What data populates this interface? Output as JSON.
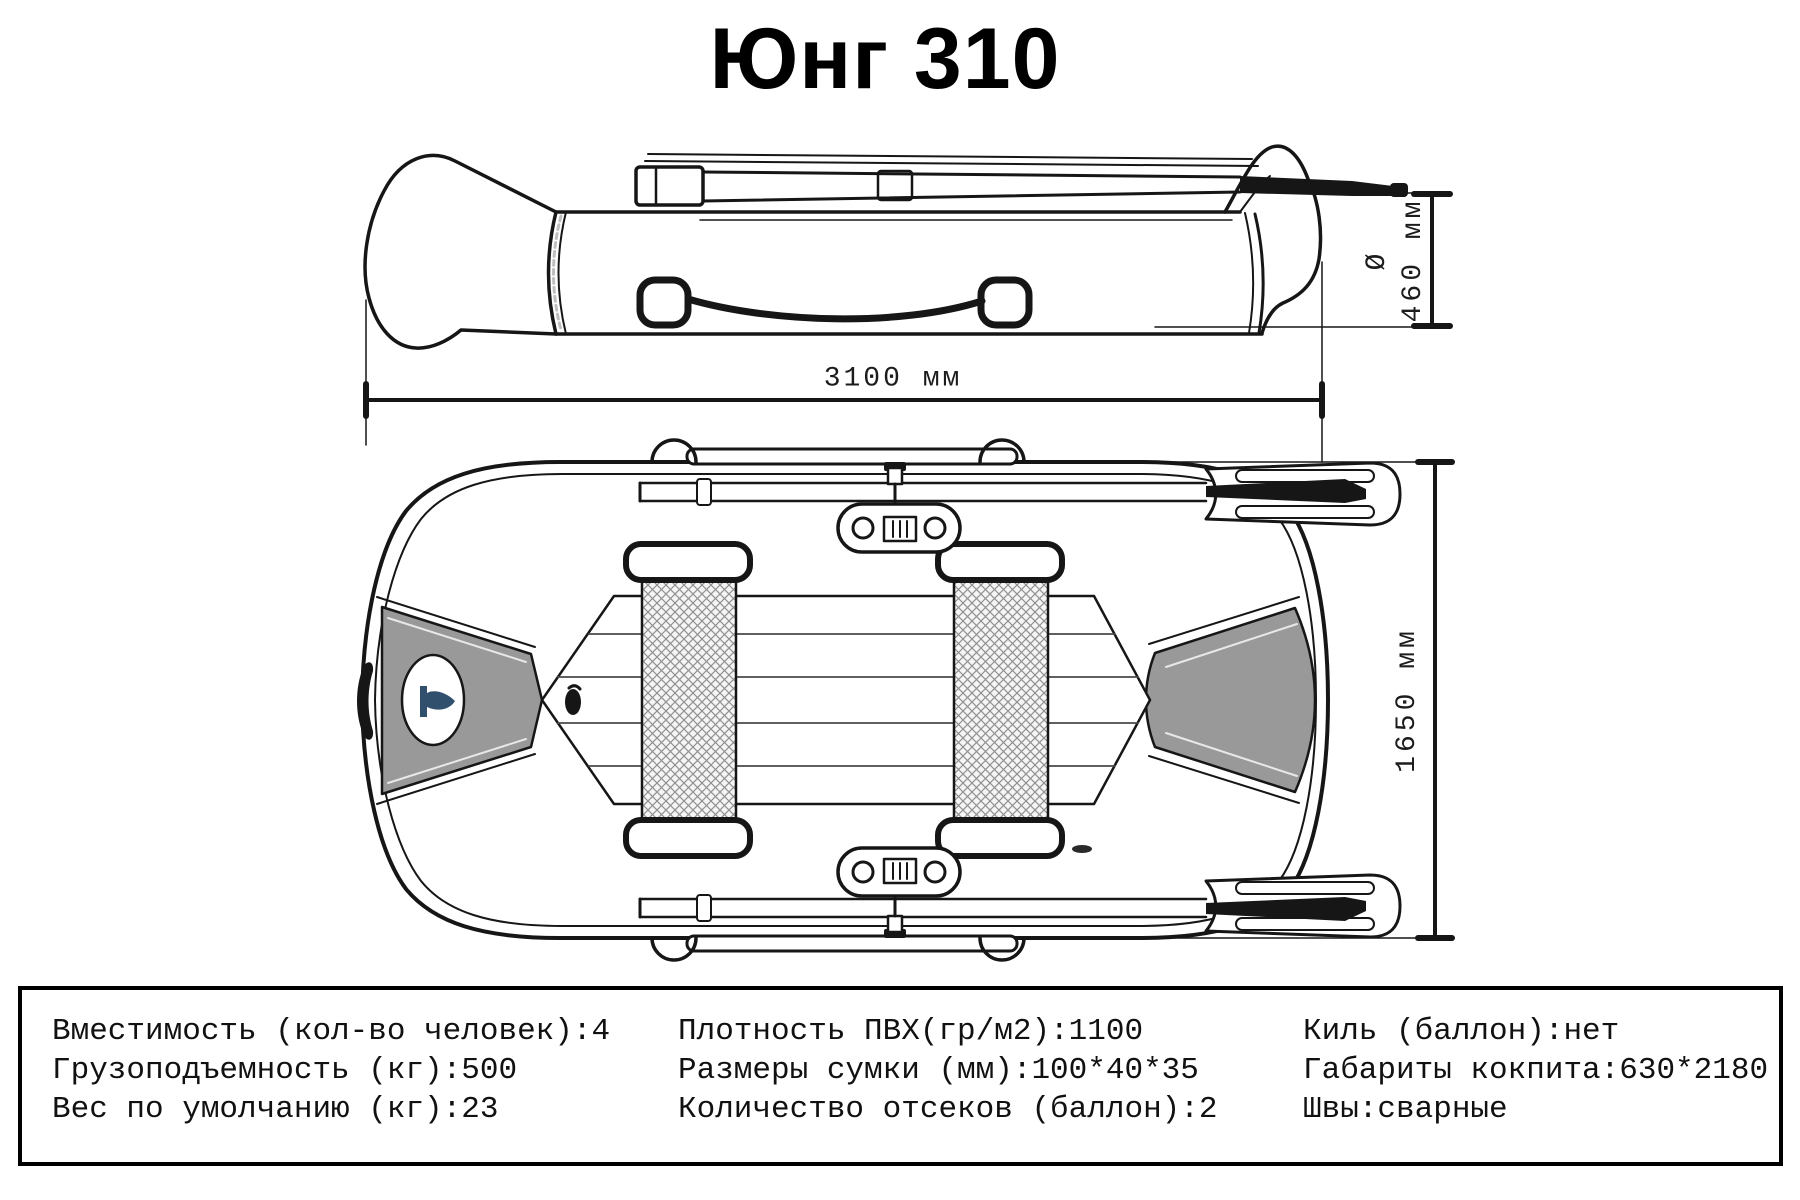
{
  "title": "Юнг 310",
  "dimensions": {
    "overall_length": "3100 мм",
    "overall_width": "1650 мм",
    "tube_diameter_symbol": "Ø",
    "tube_diameter_value": "460 мм"
  },
  "specs": {
    "columns": [
      {
        "rows": [
          {
            "label": "Вместимость (кол-во человек)",
            "value": "4",
            "text": "Вместимость (кол-во человек):4"
          },
          {
            "label": "Грузоподъемность (кг)",
            "value": "500",
            "text": "Грузоподъемность (кг):500"
          },
          {
            "label": "Вес по умолчанию (кг)",
            "value": "23",
            "text": "Вес по умолчанию (кг):23"
          }
        ]
      },
      {
        "rows": [
          {
            "label": "Плотность ПВХ(гр/м2)",
            "value": "1100",
            "text": "Плотность ПВХ(гр/м2):1100"
          },
          {
            "label": "Размеры сумки (мм)",
            "value": "100*40*35",
            "text": "Размеры сумки (мм):100*40*35"
          },
          {
            "label": "Количество отсеков (баллон)",
            "value": "2",
            "text": "Количество отсеков (баллон):2"
          }
        ]
      },
      {
        "rows": [
          {
            "label": "Киль (баллон)",
            "value": "нет",
            "text": "Киль (баллон):нет"
          },
          {
            "label": "Габариты кокпита",
            "value": "630*2180",
            "text": "Габариты кокпита:630*2180"
          },
          {
            "label": "Швы",
            "value": "сварные",
            "text": "Швы:сварные"
          }
        ]
      }
    ]
  },
  "colors": {
    "line": "#161616",
    "grey_panel": "#999999",
    "logo_navy": "#30506d",
    "hatch_line": "#909090"
  }
}
